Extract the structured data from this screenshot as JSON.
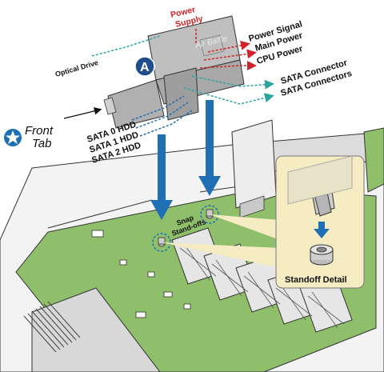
{
  "labels": {
    "power_supply": [
      "Power",
      "Supply"
    ],
    "air_baffle": "Air Baffle",
    "power_signal": "Power Signal",
    "main_power": "Main Power",
    "cpu_power": "CPU Power",
    "sata_connector": "SATA Connector",
    "sata_connectors": "SATA Connectors",
    "optical_drive": "Optical Drive",
    "callout_a": "A",
    "sata0": "SATA 0 HDD",
    "sata1": "SATA 1 HDD",
    "sata2": "SATA 2 HDD",
    "front_tab": [
      "Front",
      "Tab"
    ],
    "snap_standoffs": [
      "Snap",
      "Stand-offs"
    ],
    "standoff_detail": "Standoff Detail"
  },
  "colors": {
    "red": "#d2232a",
    "teal": "#2aa5a0",
    "blue": "#1f6fb5",
    "board_green": "#8fbf6a",
    "detail_bg": "#f5ecc3"
  }
}
